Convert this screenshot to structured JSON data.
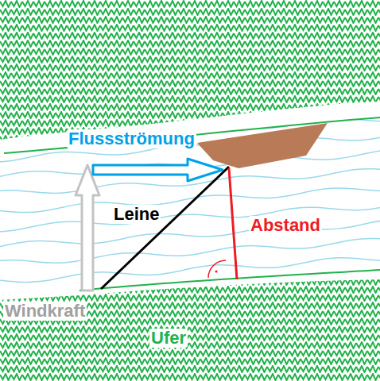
{
  "diagram": {
    "labels": [
      "Flussströmung",
      "Leine",
      "Abstand",
      "Windkraft",
      "Ufer"
    ]
  }
}
